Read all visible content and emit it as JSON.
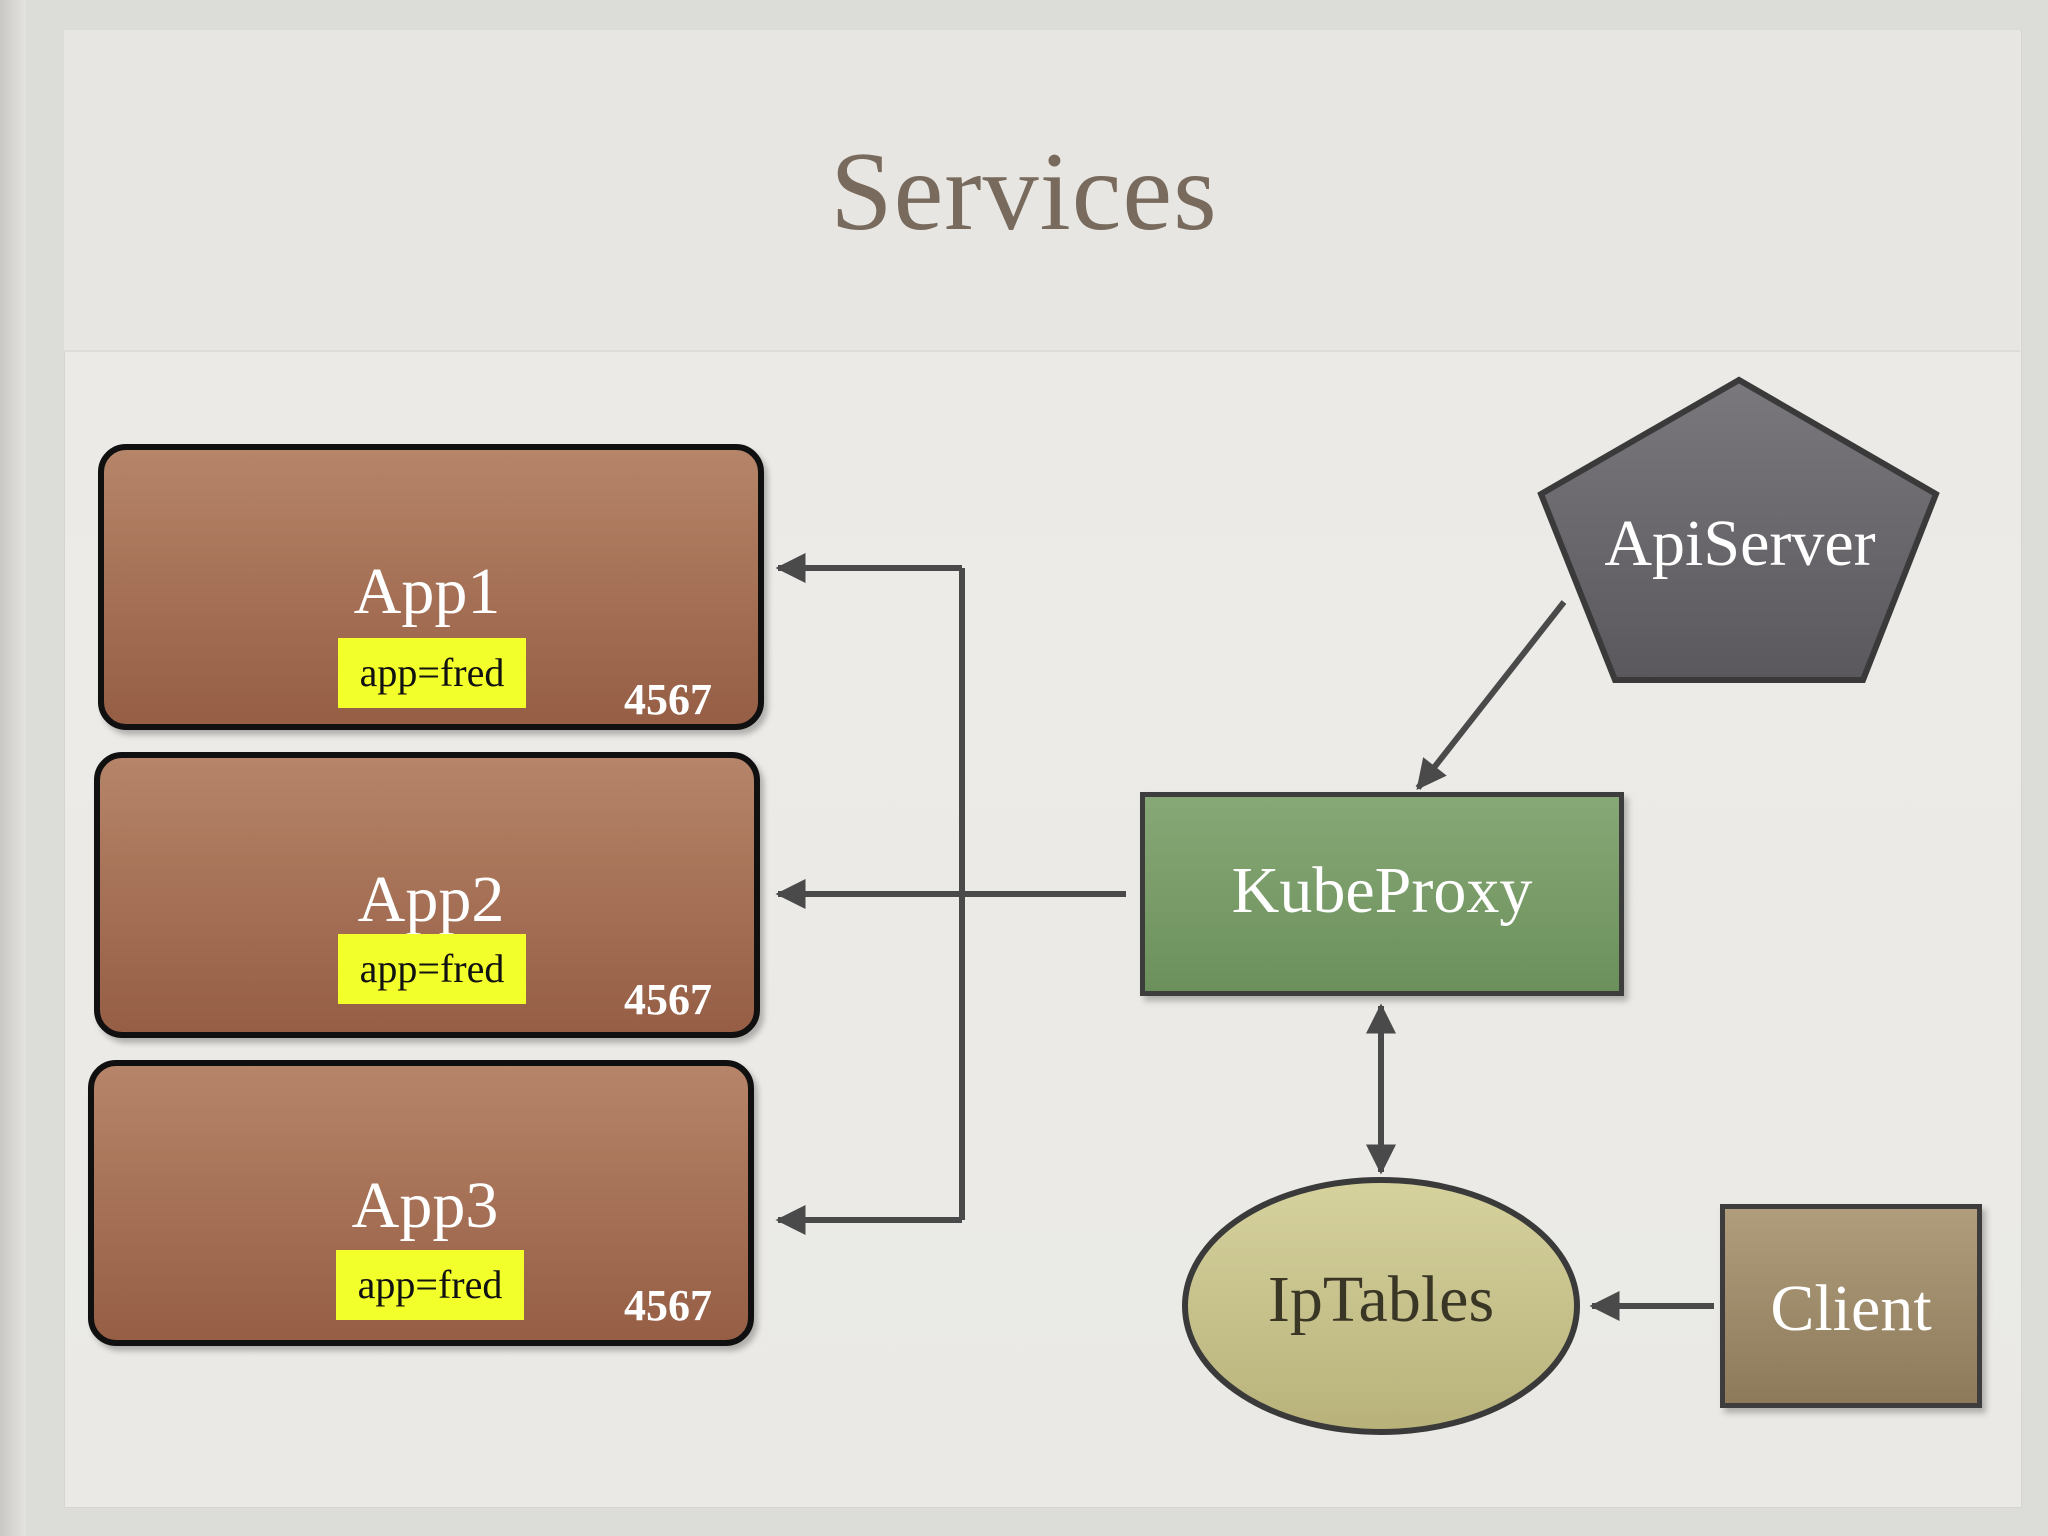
{
  "slide": {
    "title": "Services"
  },
  "apps": [
    {
      "name": "App1",
      "label": "app=fred",
      "port": "4567"
    },
    {
      "name": "App2",
      "label": "app=fred",
      "port": "4567"
    },
    {
      "name": "App3",
      "label": "app=fred",
      "port": "4567"
    }
  ],
  "nodes": {
    "apiserver": "ApiServer",
    "kubeproxy": "KubeProxy",
    "iptables": "IpTables",
    "client": "Client"
  },
  "colors": {
    "app_fill": "#a46f54",
    "label_highlight": "#f2ff2a",
    "kubeproxy_fill": "#6c905c",
    "apiserver_fill": "#6a686c",
    "iptables_fill": "#c9c48e",
    "client_fill": "#9c8a6a",
    "title_text": "#786a5c",
    "arrow": "#4a4a4a"
  }
}
